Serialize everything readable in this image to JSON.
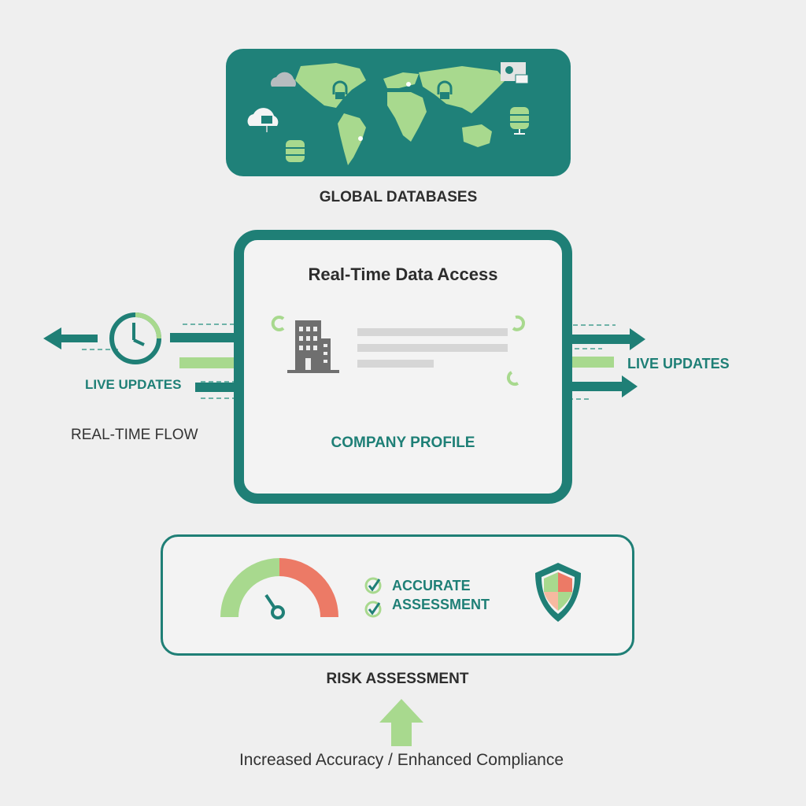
{
  "colors": {
    "teal": "#1f7f76",
    "light_green": "#a8d98e",
    "red": "#ec7a66",
    "peach": "#f6b9a0",
    "gray_building": "#6f6f6f"
  },
  "global_databases": {
    "caption": "GLOBAL DATABASES",
    "icons": [
      "cloud-icon",
      "cloud-server-icon",
      "database-icon",
      "world-map-icon",
      "lock-icon",
      "lock-icon",
      "profile-chat-icon",
      "server-icon"
    ]
  },
  "profile_card": {
    "title": "Real-Time Data Access",
    "subtitle": "COMPANY PROFILE",
    "icons": [
      "building-icon",
      "refresh-icon"
    ]
  },
  "left_flow": {
    "live_label": "LIVE UPDATES",
    "flow_label": "REAL-TIME FLOW",
    "icons": [
      "clock-icon"
    ]
  },
  "right_flow": {
    "live_label": "LIVE UPDATES"
  },
  "risk_panel": {
    "checks": [
      "ACCURATE",
      "ASSESSMENT"
    ],
    "caption": "RISK ASSESSMENT",
    "gauge_split": 0.5
  },
  "bottom": {
    "caption": "Increased Accuracy / Enhanced Compliance"
  }
}
